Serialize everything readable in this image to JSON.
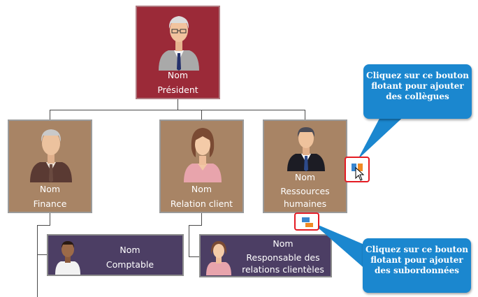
{
  "chart": {
    "president": {
      "name": "Nom",
      "title": "Président"
    },
    "finance": {
      "name": "Nom",
      "title": "Finance"
    },
    "relation": {
      "name": "Nom",
      "title": "Relation client"
    },
    "rh": {
      "name": "Nom",
      "title_line1": "Ressources",
      "title_line2": "humaines"
    },
    "comptable": {
      "name": "Nom",
      "title": "Comptable"
    },
    "responsable": {
      "name": "Nom",
      "title_line1": "Responsable des",
      "title_line2": "relations clientèles"
    }
  },
  "callouts": {
    "colleagues": {
      "line1": "Cliquez sur ce bouton",
      "line2": "flotant pour ajouter",
      "line3": "des collègues"
    },
    "subordinates": {
      "line1": "Cliquez sur ce bouton",
      "line2": "flotant pour ajouter",
      "line3": "des subordonnées"
    }
  },
  "colors": {
    "president_bg": "#9b2a38",
    "manager_bg": "#a88465",
    "staff_bg": "#4c3e64",
    "callout_bg": "#1b87cf",
    "highlight": "#e41b23"
  },
  "icons": {
    "avatar": "person-avatar-icon",
    "add_colleague": "add-colleague-icon",
    "add_subordinate": "add-subordinate-icon",
    "cursor": "mouse-cursor-icon"
  }
}
